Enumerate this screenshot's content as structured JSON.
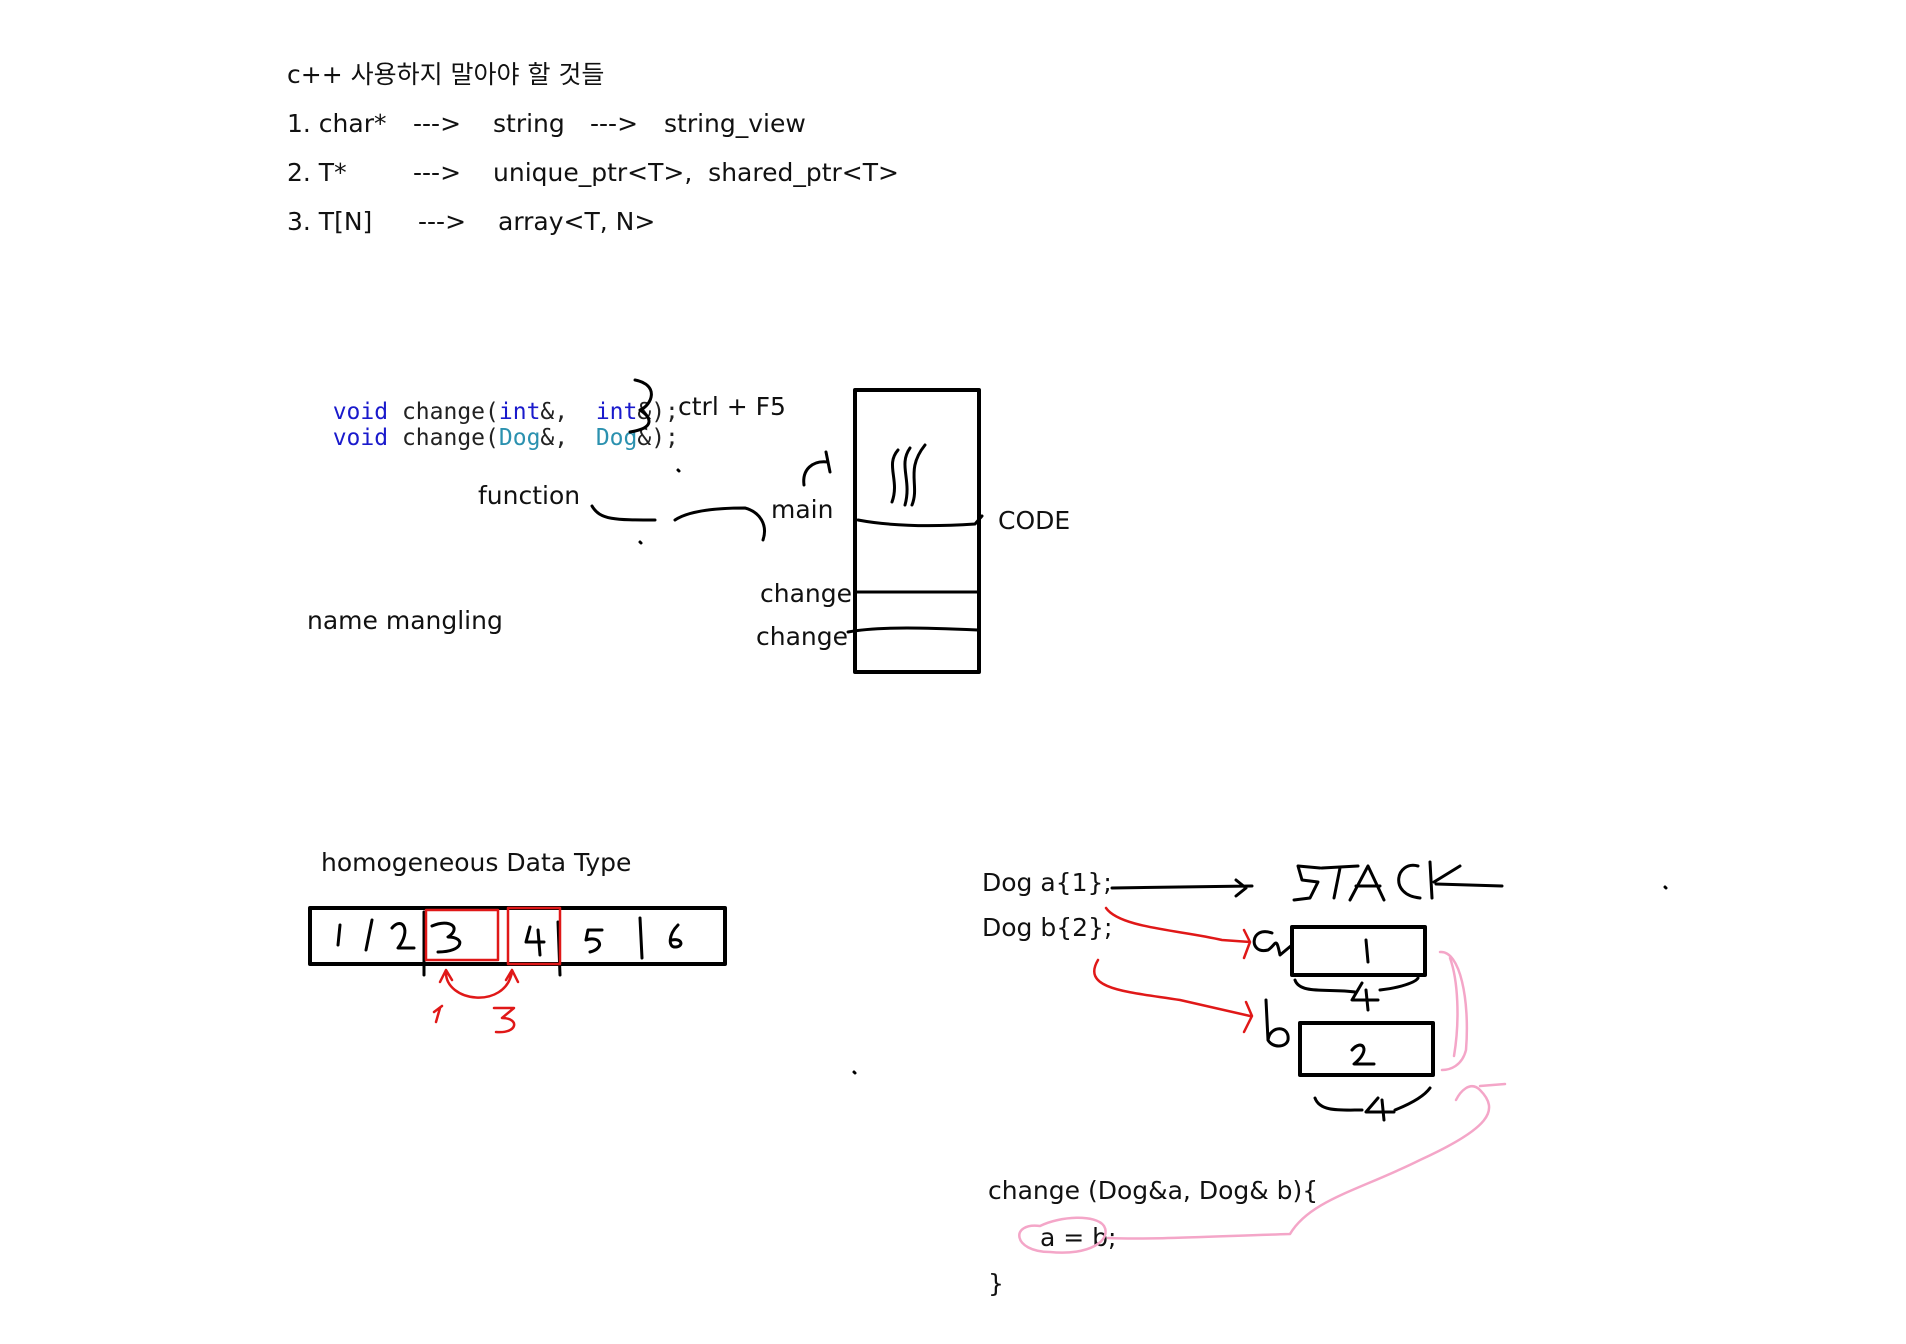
{
  "notes": {
    "title": "c++ 사용하지 말아야 할 것들",
    "rules": [
      {
        "num": "1. char*",
        "arrow": "--->",
        "to": "string",
        "arrow2": "--->",
        "to2": "string_view"
      },
      {
        "num": "2. T*",
        "arrow": "--->",
        "to": "unique_ptr<T>,  shared_ptr<T>"
      },
      {
        "num": "3. T[N]",
        "arrow": "--->",
        "to": "array<T, N>"
      }
    ]
  },
  "code_snippet": {
    "line1": {
      "kw": "void",
      "fn": " change(",
      "p1": "int",
      "amp1": "&,  ",
      "p2": "int",
      "end": "&);"
    },
    "line2": {
      "kw": "void",
      "fn": " change(",
      "p1": "Dog",
      "amp1": "&,  ",
      "p2": "Dog",
      "end": "&);"
    },
    "shortcut": "ctrl + F5"
  },
  "memory": {
    "function_label": "function",
    "main_label": "main",
    "change_label_1": "change",
    "change_label_2": "change",
    "code_label": "CODE",
    "name_mangling": "name mangling"
  },
  "array_diagram": {
    "title": "homogeneous Data Type",
    "cells": [
      "1",
      "2",
      "3",
      "4",
      "5",
      "6"
    ],
    "annot_left": "1",
    "annot_right": "3"
  },
  "stack_diagram": {
    "decl_a": "Dog a{1};",
    "decl_b": "Dog b{2};",
    "stack_label": "STACK",
    "var_a": "a",
    "var_b": "b",
    "box_a_value": "1",
    "box_b_value": "2",
    "size_a": "4",
    "size_b": "4"
  },
  "change_code": {
    "signature": "change (Dog&a, Dog& b){",
    "body": "a = b;",
    "close": "}"
  },
  "colors": {
    "red_ink": "#e01818",
    "pink_ink": "#f4a6c8",
    "black_ink": "#000000",
    "keyword": "#1a1acc",
    "type": "#2b91af"
  }
}
